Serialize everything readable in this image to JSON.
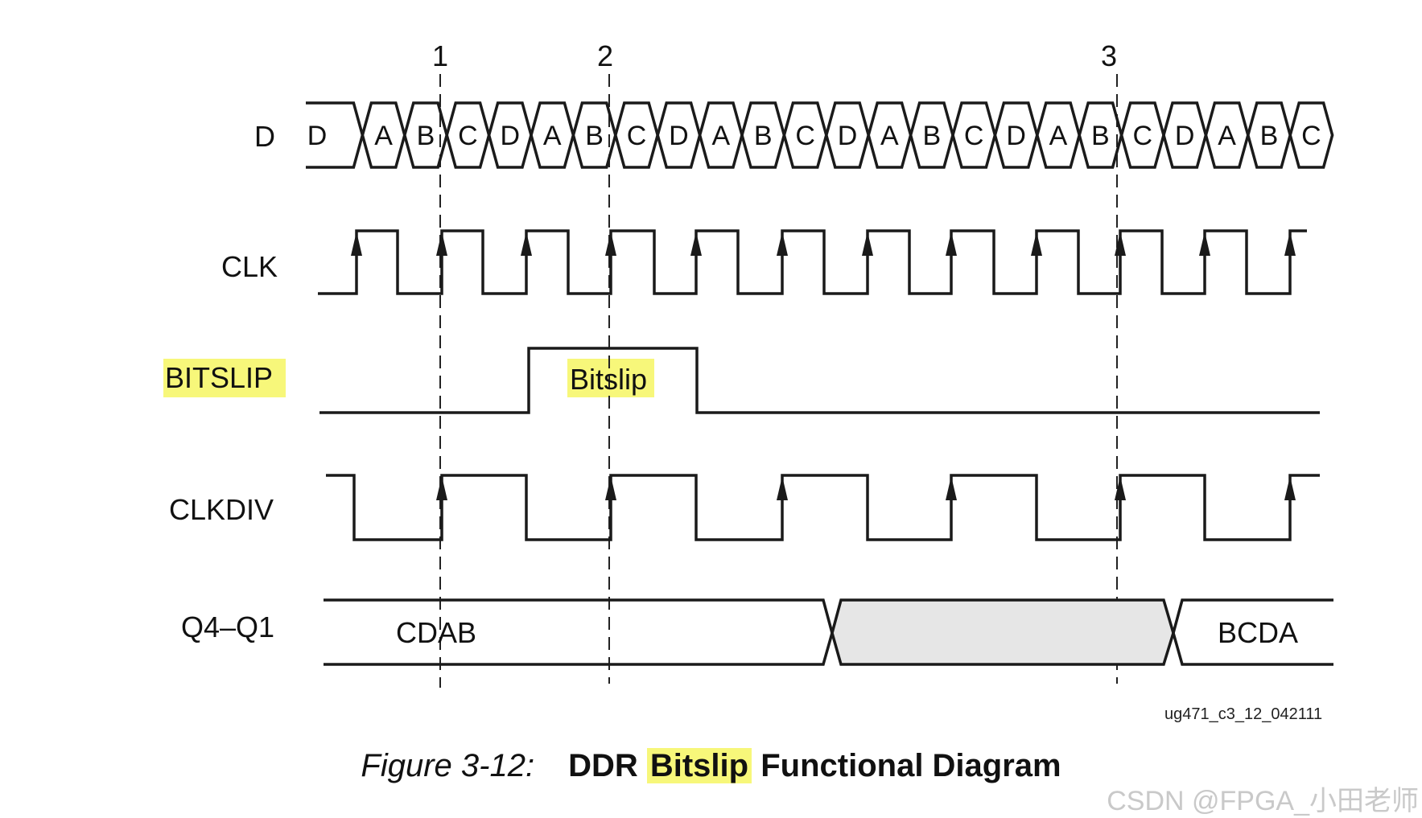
{
  "signals": {
    "d": "D",
    "clk": "CLK",
    "bitslip": "BITSLIP",
    "clkdiv": "CLKDIV",
    "q": "Q4–Q1"
  },
  "markers": [
    "1",
    "2",
    "3"
  ],
  "data_sequence": [
    "D",
    "A",
    "B",
    "C",
    "D",
    "A",
    "B",
    "C",
    "D",
    "A",
    "B",
    "C",
    "D",
    "A",
    "B",
    "C",
    "D",
    "A",
    "B",
    "C",
    "D",
    "A",
    "B",
    "C"
  ],
  "bitslip_pulse_label": "Bitslip",
  "bus_values": {
    "before": "CDAB",
    "after": "BCDA"
  },
  "figure_id": "ug471_c3_12_042111",
  "caption": {
    "prefix": "Figure 3-12:",
    "pre": "DDR",
    "highlight": "Bitslip",
    "post": "Functional Diagram"
  },
  "watermark": "CSDN @FPGA_小田老师",
  "colors": {
    "highlight": "#f7f77a",
    "invalid_fill": "#e6e6e6",
    "line": "#1a1a1a"
  }
}
